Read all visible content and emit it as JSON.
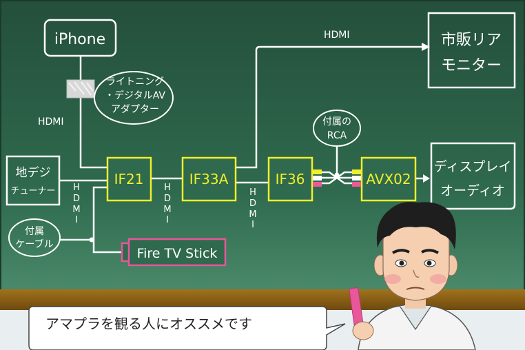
{
  "diagram": {
    "nodes": {
      "iphone": "iPhone",
      "adapter_line1": "ライトニング",
      "adapter_line2": "・デジタルAV",
      "adapter_line3": "アダプター",
      "tuner_line1": "地デジ",
      "tuner_line2": "チューナー",
      "if21": "IF21",
      "if33a": "IF33A",
      "if36": "IF36",
      "avx02": "AVX02",
      "monitor_line1": "市販リア",
      "monitor_line2": "モニター",
      "display_line1": "ディスプレイ",
      "display_line2": "オーディオ",
      "firetv": "Fire TV Stick",
      "rca_line1": "付属の",
      "rca_line2": "RCA",
      "cable_line1": "付属",
      "cable_line2": "ケーブル"
    },
    "labels": {
      "hdmi_top": "HDMI",
      "hdmi_left": "HDMI",
      "hdmi_v1": [
        "H",
        "D",
        "M",
        "I"
      ],
      "hdmi_v2": [
        "H",
        "D",
        "M",
        "I"
      ],
      "hdmi_v3": [
        "H",
        "D",
        "M",
        "I"
      ]
    },
    "speech_bubble": "アマプラを観る人にオススメです"
  },
  "colors": {
    "board": "#2a5e48",
    "chalk": "#ffffff",
    "device_fill": "#2f6a4e",
    "device_border": "#f2ee2a",
    "device_text": "#f2ee2a",
    "firetv_border": "#e8579a",
    "rca_yellow": "#f2ee2a",
    "rca_pink": "#ea5b9a",
    "rca_white": "#ffffff",
    "tray": "#8b5e14"
  }
}
